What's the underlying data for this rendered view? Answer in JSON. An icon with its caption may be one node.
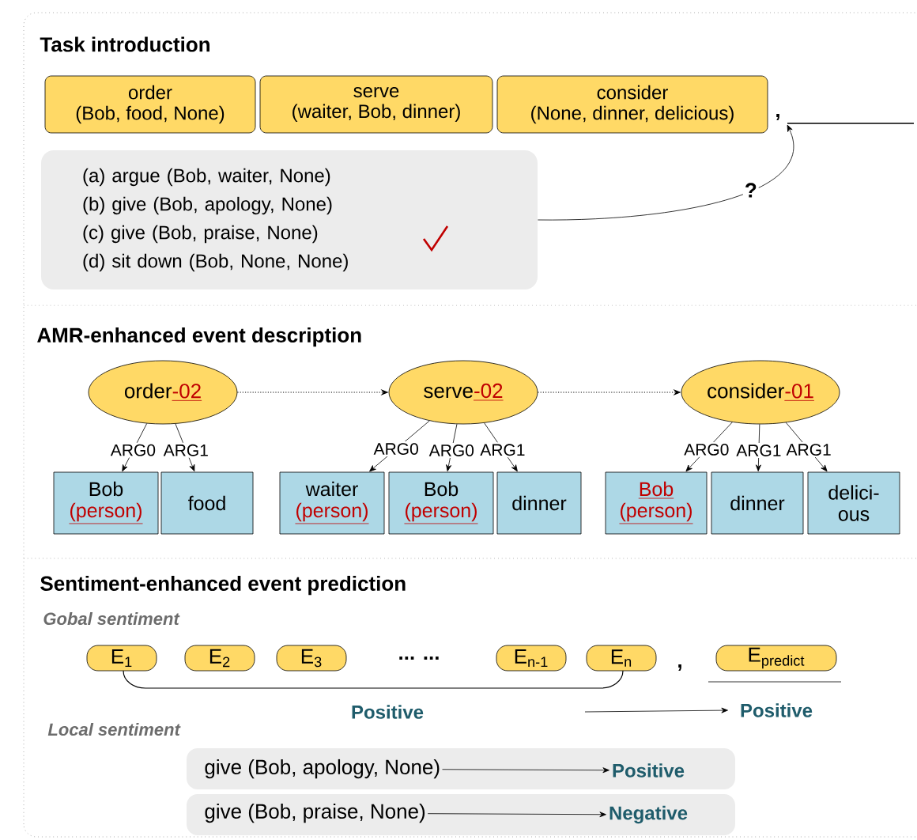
{
  "diagram": {
    "nodes": [
      {
        "text": [
          "order",
          "(Bob, food, None)"
        ]
      },
      {
        "text": [
          "serve",
          "(waiter, Bob, dinner)"
        ]
      },
      {
        "text": [
          "consider",
          "(None, dinner, delicious)"
        ]
      },
      {
        "text": [],
        "shape": "bar"
      },
      {
        "text": [
          "(a) argue (Bob, waiter, None)",
          "(b) give (Bob, apology, None)",
          "(c) give (Bob, praise, None)",
          "(d) sit down (Bob, None, None)"
        ]
      },
      {
        "text": [
          "order",
          "-02"
        ]
      },
      {
        "text": [
          "serve",
          "-02"
        ]
      },
      {
        "text": [
          "consider",
          "-01"
        ]
      },
      {
        "text": [
          "Bob",
          "(person)"
        ]
      },
      {
        "text": [
          "food"
        ]
      },
      {
        "text": [
          "waiter",
          "(person)"
        ]
      },
      {
        "text": [
          "Bob",
          "(person)"
        ]
      },
      {
        "text": [
          "dinner"
        ]
      },
      {
        "text": [
          "Bob",
          "(person)"
        ]
      },
      {
        "text": [
          "dinner"
        ]
      },
      {
        "text": [
          "delici- ous"
        ]
      },
      {
        "text": [
          "E$_{1}$"
        ]
      },
      {
        "text": [
          "E$_{2}$"
        ]
      },
      {
        "text": [
          "E$_{3}$"
        ]
      },
      {
        "text": [
          "E$_{n-1}$"
        ]
      },
      {
        "text": [
          "E$_{n}$"
        ]
      },
      {
        "text": [
          "E$_{predict}$"
        ]
      },
      {
        "text": [
          "Positive"
        ]
      },
      {
        "text": [
          "give (Bob, apology, None)"
        ]
      },
      {
        "text": [
          "Positive"
        ]
      },
      {
        "text": [
          "give (Bob, praise, None)"
        ]
      },
      {
        "text": [
          "Negative"
        ]
      }
    ],
    "edges": [
      {
        "from": 4,
        "to": 3,
        "arrow": "to",
        "label": "?"
      },
      {
        "from": 5,
        "to": 6,
        "arrow": "to",
        "style": "dashed"
      },
      {
        "from": 6,
        "to": 7,
        "arrow": "to",
        "style": "dashed"
      },
      {
        "from": 5,
        "to": 8,
        "arrow": "to",
        "label": "ARG0"
      },
      {
        "from": 5,
        "to": 9,
        "arrow": "to",
        "label": "ARG1"
      },
      {
        "from": 6,
        "to": 10,
        "arrow": "to",
        "label": "ARG0"
      },
      {
        "from": 6,
        "to": 11,
        "arrow": "to",
        "label": "ARG0"
      },
      {
        "from": 6,
        "to": 12,
        "arrow": "to",
        "label": "ARG1"
      },
      {
        "from": 7,
        "to": 13,
        "arrow": "to",
        "label": "ARG0"
      },
      {
        "from": 7,
        "to": 14,
        "arrow": "to",
        "label": "ARG1"
      },
      {
        "from": 7,
        "to": 15,
        "arrow": "to",
        "label": "ARG1"
      },
      {
        "from": null,
        "to": 22,
        "arrow": "to"
      },
      {
        "from": 23,
        "to": 24,
        "arrow": "to"
      },
      {
        "from": 25,
        "to": 26,
        "arrow": "to"
      }
    ],
    "labels": [
      "Task introduction",
      ",",
      "AMR-enhanced event description",
      "Sentiment-enhanced event prediction",
      "Gobal sentiment",
      "... ...",
      ",",
      "Positive",
      "Local sentiment"
    ]
  }
}
